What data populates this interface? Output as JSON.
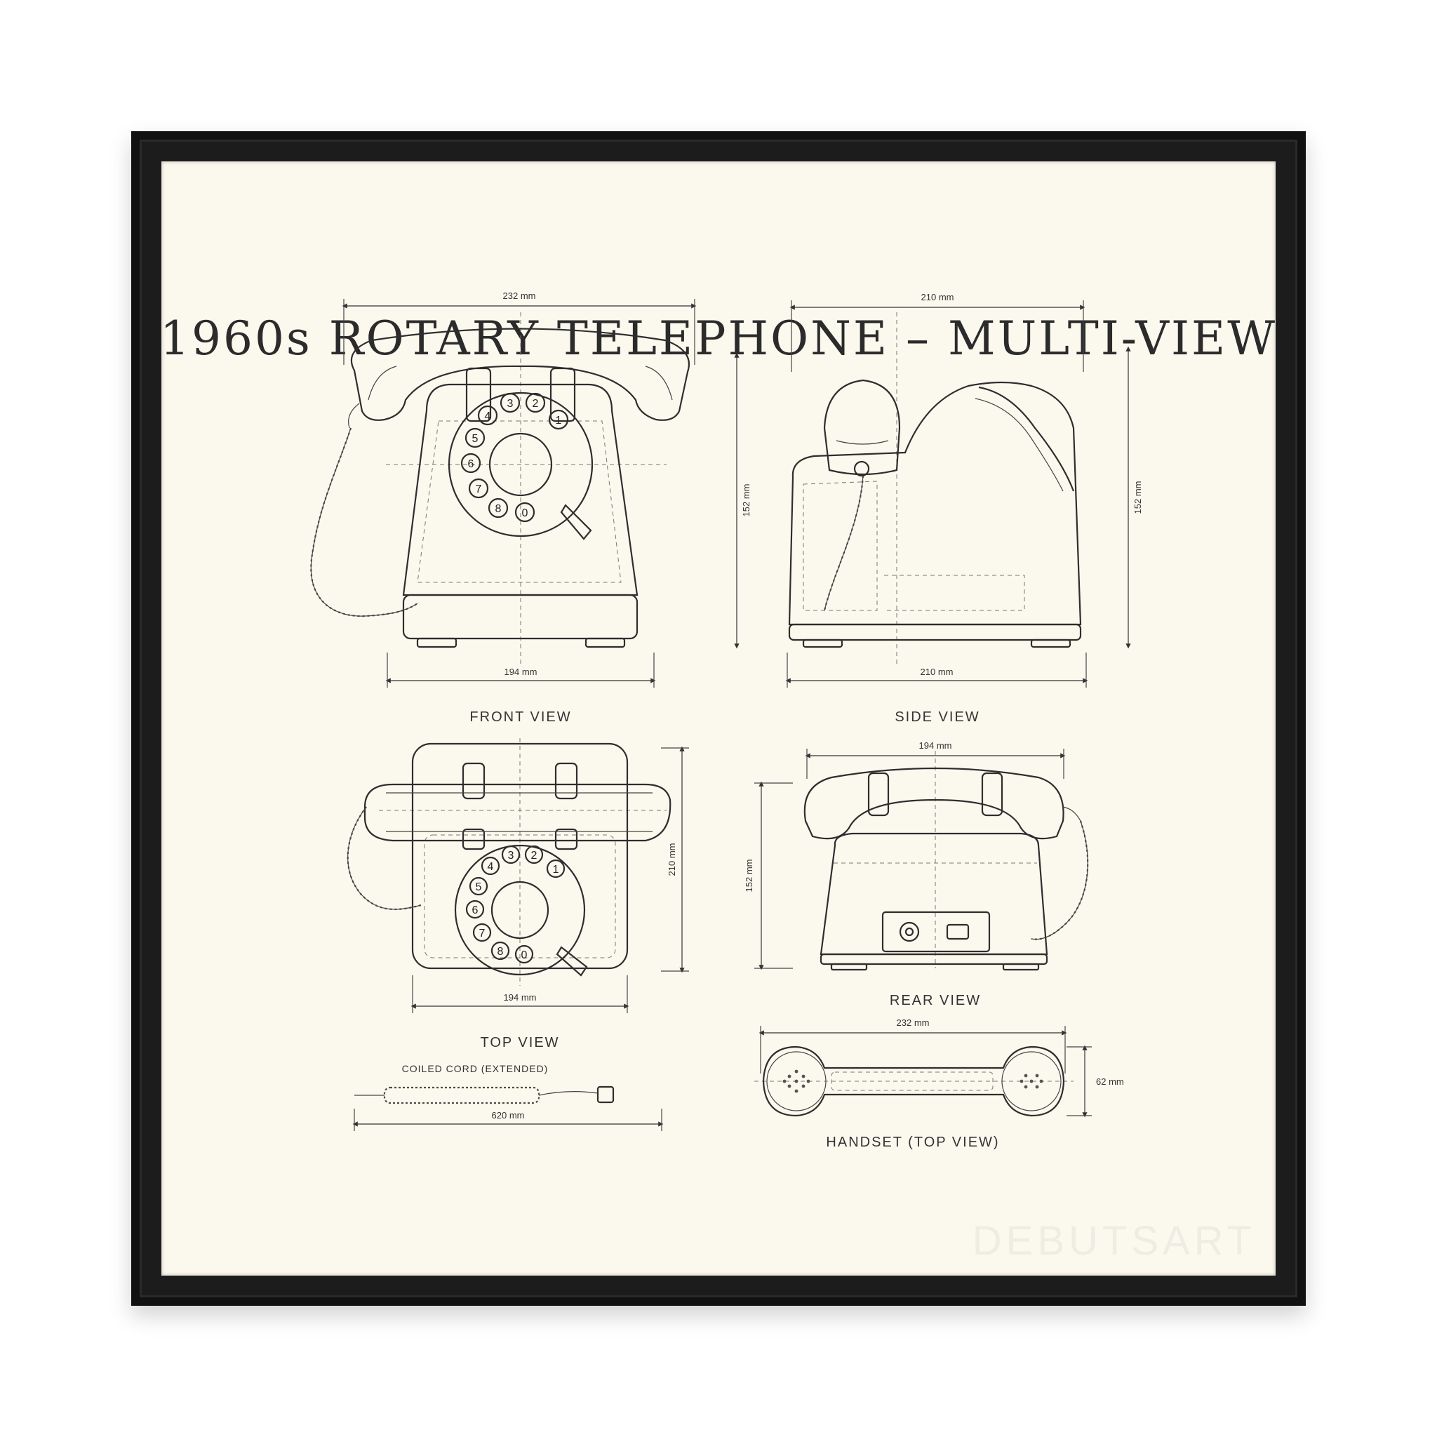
{
  "title": "1960s ROTARY TELEPHONE – MULTI-VIEW",
  "views": {
    "front": {
      "caption": "FRONT VIEW",
      "dim_top": "232 mm",
      "dim_bottom": "194 mm",
      "dim_height": "152 mm"
    },
    "side": {
      "caption": "SIDE VIEW",
      "dim_top": "210 mm",
      "dim_bottom": "210 mm",
      "dim_height": "152 mm"
    },
    "top": {
      "caption": "TOP VIEW",
      "dim_bottom": "194 mm",
      "dim_height": "210 mm"
    },
    "rear": {
      "caption": "REAR VIEW",
      "dim_top": "194 mm",
      "dim_height": "152 mm"
    },
    "cord": {
      "caption": "COILED CORD (EXTENDED)",
      "dim_bottom": "620 mm"
    },
    "handset": {
      "caption": "HANDSET (TOP VIEW)",
      "dim_top": "232 mm",
      "dim_height": "62 mm"
    }
  },
  "dial_digits": [
    "1",
    "2",
    "3",
    "4",
    "5",
    "6",
    "7",
    "8",
    "0"
  ],
  "watermark": "DEBUTSART",
  "colors": {
    "paper": "#fbf8ee",
    "ink": "#2e2e2e",
    "frame": "#111111"
  }
}
